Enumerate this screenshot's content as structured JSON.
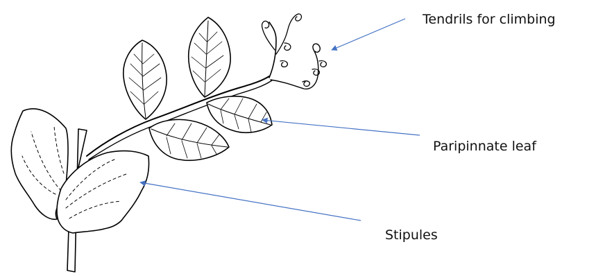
{
  "labels": {
    "tendrils": "Tendrils for climbing",
    "paripinnate": "Paripinnate leaf",
    "stipules": "Stipules"
  },
  "colors": {
    "arrow": "#4472C4",
    "drawing": "#000000",
    "background": "#ffffff"
  }
}
